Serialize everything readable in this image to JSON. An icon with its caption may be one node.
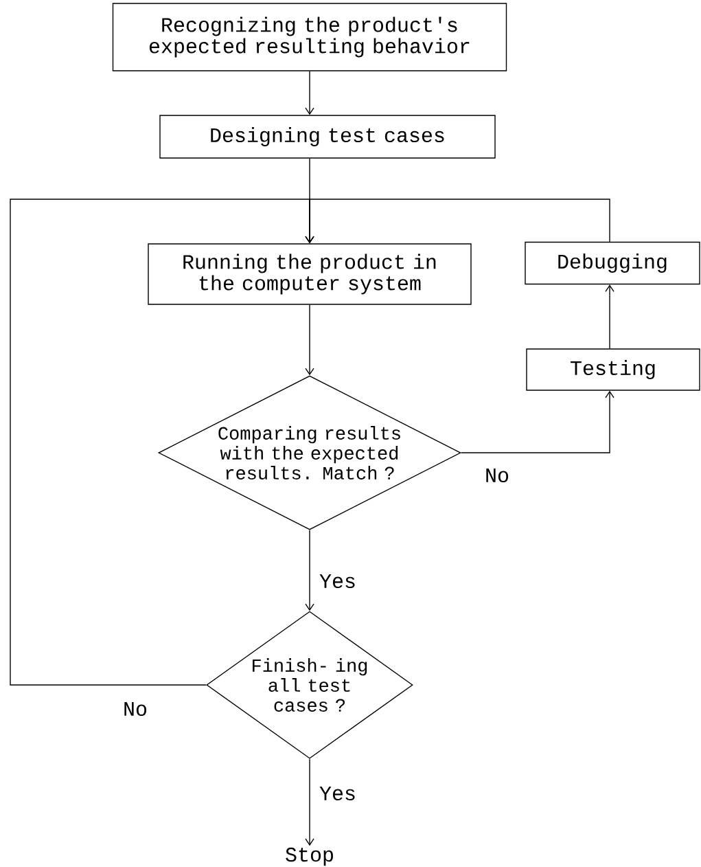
{
  "diagram": {
    "nodes": [
      {
        "text": [
          "Recognizing the product's expected resulting behavior"
        ]
      },
      {
        "text": [
          "Designing test cases"
        ]
      },
      {
        "text": [
          "Running the product in the computer system"
        ]
      },
      {
        "text": [
          "Debugging"
        ]
      },
      {
        "text": [
          "Testing"
        ]
      },
      {
        "text": [
          "Comparing results with the expected results. Match ?"
        ]
      },
      {
        "text": [
          "Finish- ing all test cases ?"
        ]
      },
      {
        "text": [
          "Stop"
        ]
      }
    ],
    "edges": [
      {
        "from": 0,
        "to": 1,
        "arrow": "to"
      },
      {
        "from": 1,
        "to": 2,
        "arrow": "to"
      },
      {
        "from": 2,
        "to": 5,
        "arrow": "to"
      },
      {
        "from": 5,
        "to": 4,
        "arrow": "to",
        "label": "No"
      },
      {
        "from": 4,
        "to": 3,
        "arrow": "to"
      },
      {
        "from": 3,
        "to": 2,
        "arrow": "to"
      },
      {
        "from": 5,
        "to": 6,
        "arrow": "to",
        "label": "Yes"
      },
      {
        "from": 6,
        "to": 2,
        "arrow": "to",
        "label": "No"
      },
      {
        "from": 6,
        "to": 7,
        "arrow": "to",
        "label": "Yes"
      }
    ]
  }
}
